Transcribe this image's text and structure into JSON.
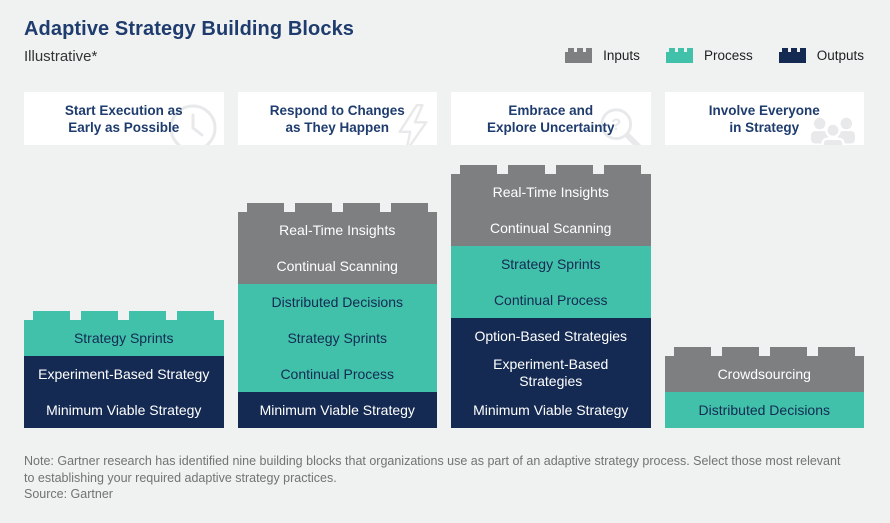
{
  "page": {
    "title": "Adaptive Strategy Building Blocks",
    "subtitle": "Illustrative*",
    "note": "Note: Gartner research has identified nine building blocks that organizations use as part of an adaptive strategy process. Select those most relevant to establishing your required adaptive strategy practices.",
    "source": "Source: Gartner"
  },
  "colors": {
    "inputs": "#7d7f80",
    "process": "#41c1aa",
    "outputs": "#142a52",
    "background": "#f0f1f1",
    "card": "#ffffff",
    "heading": "#1e3c6e",
    "note_text": "#717473",
    "faint_icon": "#e8e9ea"
  },
  "legend": [
    {
      "label": "Inputs",
      "type": "inputs"
    },
    {
      "label": "Process",
      "type": "process"
    },
    {
      "label": "Outputs",
      "type": "outputs"
    }
  ],
  "columns": [
    {
      "header": "Start Execution as\nEarly as Possible",
      "icon": "clock-icon",
      "blocks": [
        {
          "type": "process",
          "items": [
            "Strategy Sprints"
          ]
        },
        {
          "type": "outputs",
          "items": [
            "Experiment-Based Strategy",
            "Minimum Viable Strategy"
          ]
        }
      ]
    },
    {
      "header": "Respond to Changes\nas They Happen",
      "icon": "lightning-icon",
      "blocks": [
        {
          "type": "inputs",
          "items": [
            "Real-Time Insights",
            "Continual Scanning"
          ]
        },
        {
          "type": "process",
          "items": [
            "Distributed Decisions",
            "Strategy Sprints",
            "Continual Process"
          ]
        },
        {
          "type": "outputs",
          "items": [
            "Minimum Viable Strategy"
          ]
        }
      ]
    },
    {
      "header": "Embrace and\nExplore Uncertainty",
      "icon": "magnifier-question-icon",
      "blocks": [
        {
          "type": "inputs",
          "items": [
            "Real-Time Insights",
            "Continual Scanning"
          ]
        },
        {
          "type": "process",
          "items": [
            "Strategy Sprints",
            "Continual Process"
          ]
        },
        {
          "type": "outputs",
          "items": [
            "Option-Based Strategies",
            "Experiment-Based\nStrategies",
            "Minimum Viable Strategy"
          ]
        }
      ]
    },
    {
      "header": "Involve Everyone\nin Strategy",
      "icon": "people-icon",
      "blocks": [
        {
          "type": "inputs",
          "items": [
            "Crowdsourcing"
          ]
        },
        {
          "type": "process",
          "items": [
            "Distributed Decisions"
          ]
        }
      ]
    }
  ]
}
